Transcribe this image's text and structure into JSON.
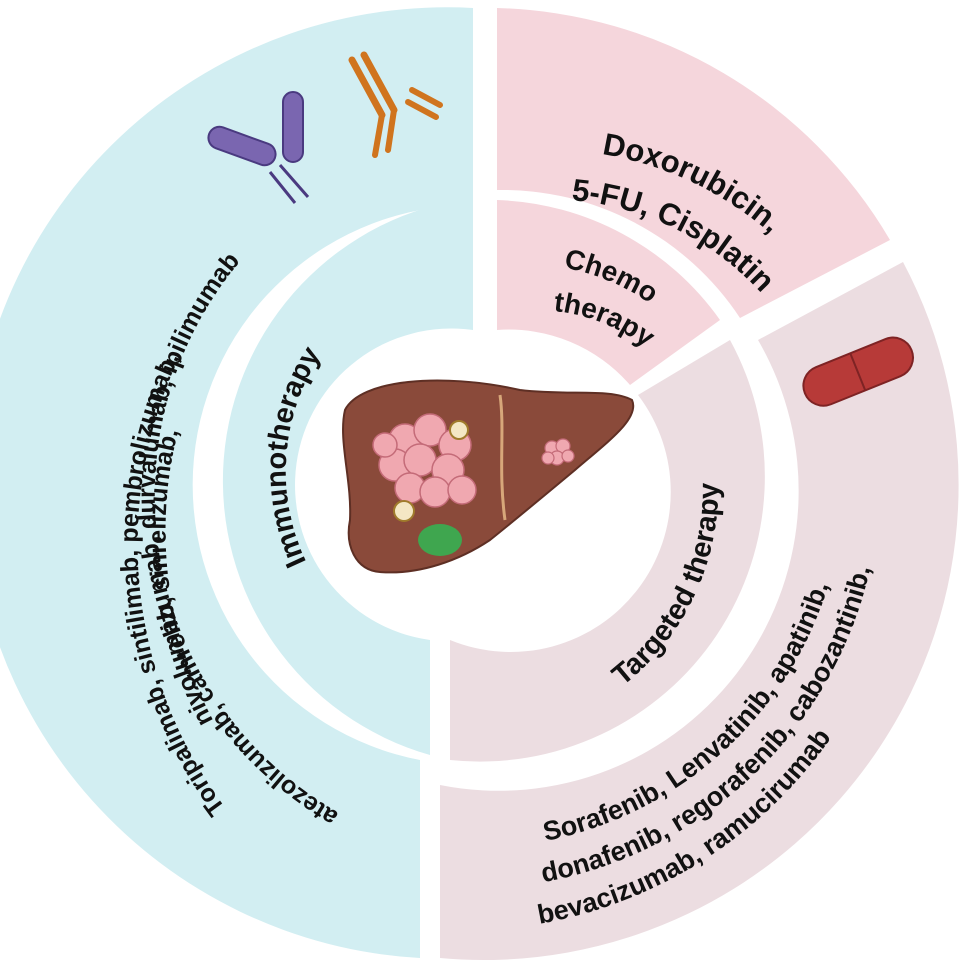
{
  "colors": {
    "immuno": "#d2eef2",
    "chemo": "#f5d6dc",
    "targeted": "#ecdde1",
    "liver": "#8a4a3a",
    "tumor": "#f0a8b0",
    "gallbladder": "#3fa64f",
    "antibody_purple": "#7a66b0",
    "antibody_orange": "#d0741e",
    "capsule": "#b73a38"
  },
  "inner_ring": {
    "immunotherapy": "Immunotherapy",
    "chemo_line1": "Chemo",
    "chemo_line2": "therapy",
    "targeted": "Targeted therapy"
  },
  "outer_ring": {
    "chemo_drugs": {
      "line1": "Doxorubicin,",
      "line2": "5-FU, Cisplatin"
    },
    "immuno_drugs": {
      "line1": "Toripalimab, sintilimab, pembrolizumab,",
      "line2": "nivolumab, sinrelizumab,",
      "line3": "atezolizumab, camrelizumab, durvalumab, ipilimumab"
    },
    "targeted_drugs": {
      "line1": "Sorafenib, Lenvatinib, apatinib,",
      "line2": "donafenib, regorafenib, cabozantinib,",
      "line3": "bevacizumab, ramucirumab"
    }
  },
  "icons": {
    "antibody_1": "antibody-icon",
    "antibody_2": "antibody-icon",
    "capsule": "capsule-icon",
    "liver": "liver-tumor-icon"
  }
}
